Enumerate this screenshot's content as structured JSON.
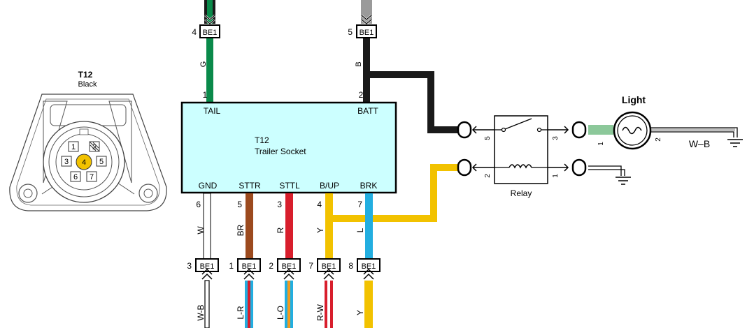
{
  "connector_view": {
    "id": "T12",
    "color": "Black",
    "pins": [
      "1",
      "2",
      "3",
      "4",
      "5",
      "6",
      "7"
    ]
  },
  "socket": {
    "title": "T12",
    "subtitle": "Trailer Socket",
    "fill": "#CCFFFF",
    "pins": [
      {
        "name": "TAIL",
        "num": "1"
      },
      {
        "name": "BATT",
        "num": "2"
      },
      {
        "name": "GND",
        "num": "6"
      },
      {
        "name": "STTR",
        "num": "5"
      },
      {
        "name": "STTL",
        "num": "3"
      },
      {
        "name": "B/UP",
        "num": "4"
      },
      {
        "name": "BRK",
        "num": "7"
      }
    ]
  },
  "connectors": {
    "label": "BE1",
    "top": [
      {
        "pin": "4",
        "wire": "G"
      },
      {
        "pin": "5",
        "wire": "B"
      }
    ],
    "bottom": [
      {
        "pin": "3",
        "wire": "W",
        "below": "W-B"
      },
      {
        "pin": "1",
        "wire": "BR",
        "below": "L-R"
      },
      {
        "pin": "2",
        "wire": "R",
        "below": "L-O"
      },
      {
        "pin": "7",
        "wire": "Y",
        "below": "R-W"
      },
      {
        "pin": "8",
        "wire": "L",
        "below": "Y"
      }
    ]
  },
  "relay": {
    "label": "Relay",
    "pins": [
      "5",
      "3",
      "2",
      "1"
    ]
  },
  "light": {
    "label": "Light",
    "pins": [
      "1",
      "2"
    ],
    "wire": "W–B"
  },
  "colors": {
    "green": "#0A8A4A",
    "black": "#1A1A1A",
    "brown": "#9C4A1E",
    "red": "#D81E2C",
    "yellow": "#F2C200",
    "blue": "#22AEE0",
    "white": "#FFFFFF",
    "light_green": "#8CC89A",
    "grey": "#9A9A9A"
  }
}
